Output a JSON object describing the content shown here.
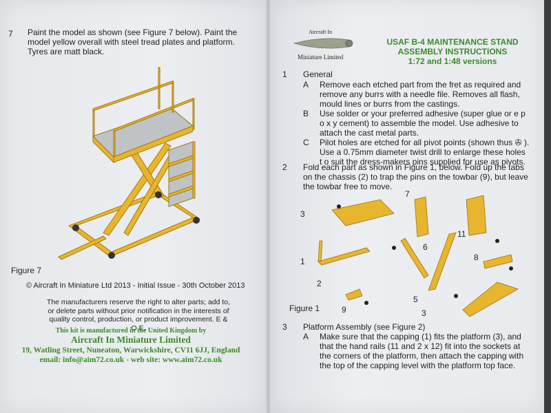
{
  "left": {
    "step7_num": "7",
    "step7_text": "Paint the model as shown (see Figure 7 below). Paint the model yellow overall with steel tread plates and platform. Tyres are matt black.",
    "figure7_label": "Figure 7",
    "copyright": "© Aircraft In Miniature Ltd 2013 - Initial Issue - 30th October 2013",
    "disclaimer": "The manufacturers reserve the right to alter parts; add to, or delete parts without prior notification in the interests of quality control, production, or product improvement. E & O E.",
    "made_in": "This kit is manufactured in the United Kingdom by",
    "company": "Aircraft In Miniature Limited",
    "address": "19, Watling Street, Nuneaton, Warwickshire, CV11 6JJ, England",
    "contact": "email: info@aim72.co.uk - web site: www.aim72.co.uk"
  },
  "right": {
    "logo_top": "Aircraft In",
    "logo_bottom": "Miniature Limited",
    "title1": "USAF B-4 MAINTENANCE STAND",
    "title2": "ASSEMBLY INSTRUCTIONS",
    "title3": "1:72 and 1:48 versions",
    "sec1_num": "1",
    "sec1_title": "General",
    "itemA_letter": "A",
    "itemA_text": "Remove each etched part from the fret as required and remove any burrs with a needle file. Removes all flash, mould lines or burrs from the castings.",
    "itemB_letter": "B",
    "itemB_text": "Use solder or your preferred adhesive (super glue or e p o x y cement) to assemble the model. Use adhesive to attach the cast metal parts.",
    "itemC_letter": "C",
    "itemC_text": "Pilot holes are etched for all pivot points (shown thus ✇ ). Use a 0.75mm diameter twist drill to enlarge these holes t o suit the dress-makers pins supplied for use as pivots.",
    "sec2_num": "2",
    "sec2_text": "Fold each part as shown in Figure 1, below. Fold up the tabs on the chassis (2) to trap the pins on the towbar (9), but leave the towbar free to move.",
    "figure1_label": "Figure 1",
    "fig1_callouts": [
      "3",
      "7",
      "11",
      "1",
      "6",
      "8",
      "2",
      "9",
      "5",
      "3"
    ],
    "sec3_num": "3",
    "sec3_title": "Platform Assembly (see Figure 2)",
    "item3A_letter": "A",
    "item3A_text": "Make sure that the capping (1) fits the platform (3), and that the hand rails (11 and 2 x 12) fit into the sockets at the corners of the platform, then attach the capping with the top of the capping level with the platform top face."
  },
  "colors": {
    "yellow": "#e8b52e",
    "green_text": "#3c8a2a",
    "paper": "#e9ecef"
  }
}
